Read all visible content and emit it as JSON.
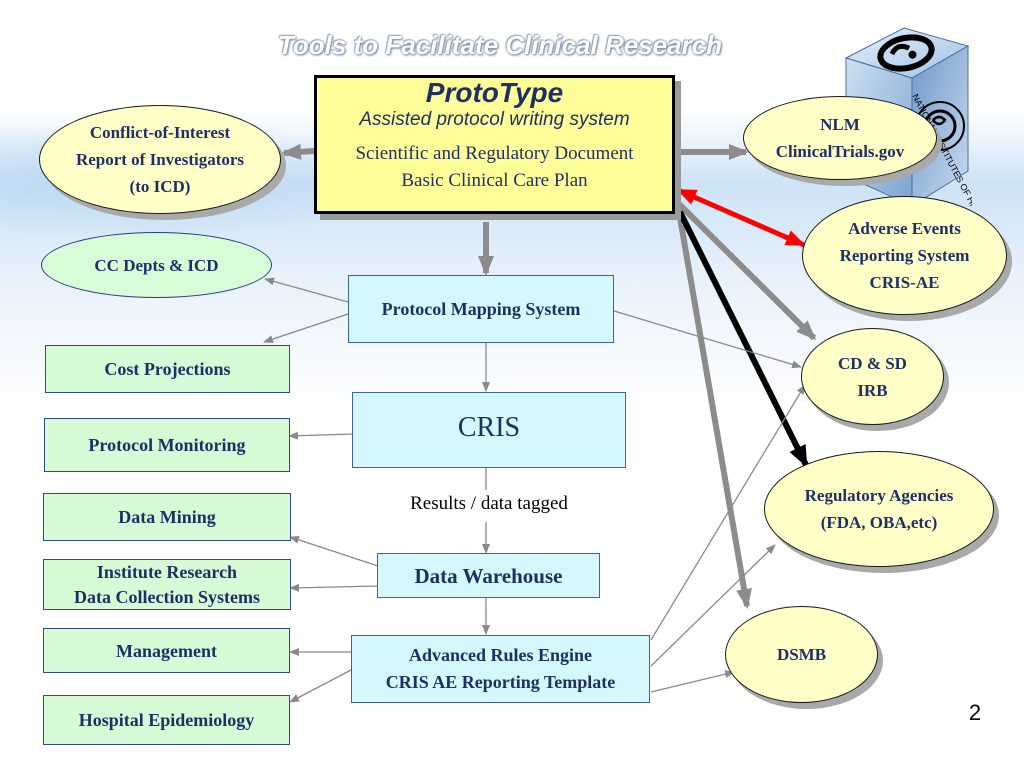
{
  "slide": {
    "title": "Tools to Facilitate Clinical Research",
    "page_number": "2"
  },
  "logo": {
    "icon": "nih-logo-cube-icon",
    "text": "NATIONAL INSTITUTES OF HEALTH"
  },
  "prototype": {
    "title": "ProtoType",
    "subtitle": "Assisted protocol writing system",
    "line1": "Scientific and Regulatory Document",
    "line2": "Basic Clinical Care Plan"
  },
  "nodes": {
    "coi": [
      "Conflict-of-Interest",
      "Report of Investigators",
      "(to ICD)"
    ],
    "nlm": [
      "NLM",
      "ClinicalTrials.gov"
    ],
    "adverse": [
      "Adverse Events",
      "Reporting System",
      "CRIS-AE"
    ],
    "cc_depts": "CC Depts & ICD",
    "protocol_mapping": "Protocol Mapping System",
    "cost": "Cost Projections",
    "cris": "CRIS",
    "protocol_monitoring": "Protocol Monitoring",
    "results_label": "Results / data tagged",
    "data_mining": "Data Mining",
    "institute": [
      "Institute Research",
      "Data Collection Systems"
    ],
    "data_warehouse": "Data Warehouse",
    "management": "Management",
    "rules_engine": [
      "Advanced Rules Engine",
      "CRIS AE Reporting Template"
    ],
    "hospital": "Hospital Epidemiology",
    "cdsd": [
      "CD & SD",
      "IRB"
    ],
    "regulatory": [
      "Regulatory Agencies",
      "(FDA, OBA,etc)"
    ],
    "dsmb": "DSMB"
  },
  "colors": {
    "ellipse_fill": "#ffffc8",
    "green_fill": "#d6fbd6",
    "cyan_fill": "#d4f8fb",
    "prototype_fill": "#ffff99",
    "text_navy": "#1f2f66",
    "thick_arrow_gray": "#8c8c8c",
    "red_arrow": "#ff0000",
    "black_arrow": "#000000"
  }
}
